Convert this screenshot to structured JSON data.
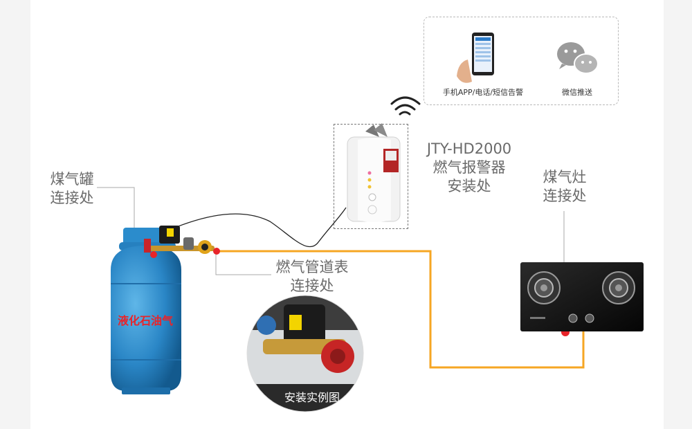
{
  "labels": {
    "tank_connection": [
      "煤气罐",
      "连接处"
    ],
    "meter_connection": [
      "燃气管道表",
      "连接处"
    ],
    "detector_model": "JTY-HD2000",
    "detector_install": [
      "燃气报警器",
      "安装处"
    ],
    "stove_connection": [
      "煤气灶",
      "连接处"
    ],
    "cylinder_text": "液化石油气",
    "example_caption": "安装实例图"
  },
  "notify": {
    "app_label": "手机APP/电话/短信告警",
    "wechat_label": "微信推送"
  },
  "colors": {
    "pipe": "#f6a623",
    "cylinder": "#2a8fd0",
    "marker": "#e8242a",
    "cylinder_text": "#e8242a"
  },
  "icons": [
    "wifi-icon",
    "phone-icon",
    "wechat-icon"
  ]
}
